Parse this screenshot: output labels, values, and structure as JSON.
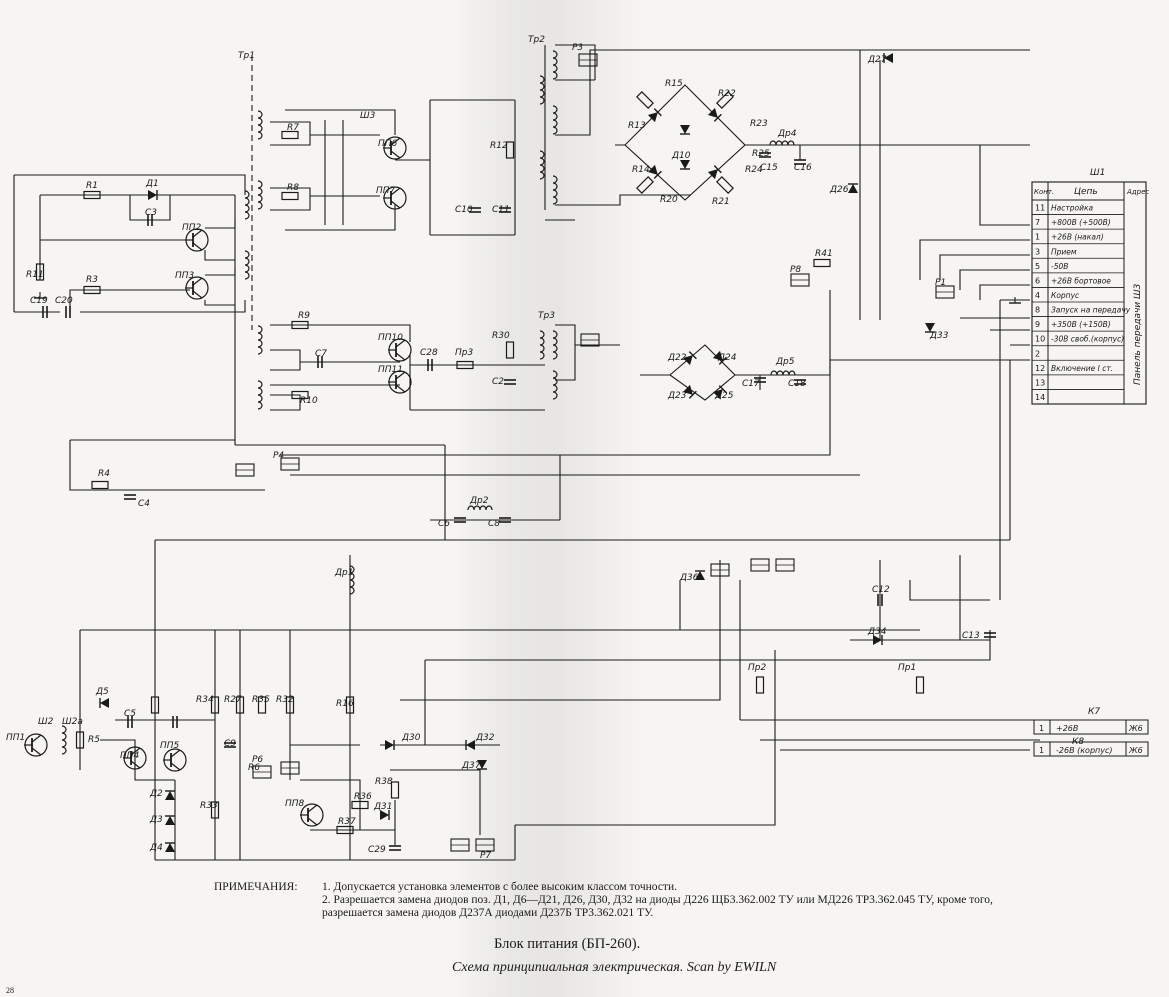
{
  "notes": {
    "header": "ПРИМЕЧАНИЯ:",
    "items": [
      "1. Допускается установка элементов с более высоким классом точности.",
      "2. Разрешается замена диодов поз. Д1, Д6—Д21, Д26, Д30, Д32 на диоды Д226 ЩБ3.362.002 ТУ или МД226 ТР3.362.045 ТУ, кроме того, разрешается замена диодов Д237А диодами Д237Б ТР3.362.021 ТУ."
    ]
  },
  "title": "Блок питания (БП-260).",
  "subtitle": "Схема принципиальная электрическая.",
  "scan_credit": "Scan by EWILN",
  "page_number": "28",
  "connector_table": {
    "ref": "Ш1",
    "headers": [
      "Конт.",
      "Цепь",
      "Адрес"
    ],
    "side_label": "Панель передачи Ш3",
    "rows": [
      {
        "pin": "11",
        "circuit": "Настройка"
      },
      {
        "pin": "7",
        "circuit": "+800В (+500В)"
      },
      {
        "pin": "1",
        "circuit": "+26В (накал)"
      },
      {
        "pin": "3",
        "circuit": "Прием"
      },
      {
        "pin": "5",
        "circuit": "-50В"
      },
      {
        "pin": "6",
        "circuit": "+26В бортовое"
      },
      {
        "pin": "4",
        "circuit": "Корпус"
      },
      {
        "pin": "8",
        "circuit": "Запуск на передачу"
      },
      {
        "pin": "9",
        "circuit": "+350В (+150В)"
      },
      {
        "pin": "10",
        "circuit": "-30В своб.(корпус)"
      },
      {
        "pin": "2",
        "circuit": ""
      },
      {
        "pin": "12",
        "circuit": "Включение І ст."
      },
      {
        "pin": "13",
        "circuit": ""
      },
      {
        "pin": "14",
        "circuit": ""
      }
    ]
  },
  "outputs": {
    "k7": {
      "label": "К7",
      "pin": "1",
      "circuit": "+26В",
      "addr": "Ж6"
    },
    "k8": {
      "label": "К8",
      "pin": "1",
      "circuit": "-26В (корпус)",
      "addr": "Ж6"
    }
  },
  "labels": {
    "tr1": "Тр1",
    "tr2": "Тр2",
    "tr3": "Тр3",
    "r1": "R1",
    "d1": "Д1",
    "c3": "С3",
    "pp2": "ПП2",
    "pp3": "ПП3",
    "r3": "R3",
    "r11": "R11",
    "c19": "С19",
    "c20": "С20",
    "r4": "R4",
    "c4": "С4",
    "p4": "Р4",
    "r7": "R7",
    "r8": "R8",
    "pp6": "ПП6",
    "pp7": "ПП7",
    "sh3": "Ш3",
    "r9": "R9",
    "r10": "R10",
    "c7": "С7",
    "pp10": "ПП10",
    "pp11": "ПП11",
    "c28": "С28",
    "pr3": "Пр3",
    "r12": "R12",
    "c10": "С10",
    "c11": "С11",
    "r30": "R30",
    "c2": "С2",
    "r13": "R13",
    "r14": "R14",
    "r15": "R15",
    "r20": "R20",
    "r21": "R21",
    "r22": "R22",
    "r23": "R23",
    "r24": "R24",
    "r25": "R25",
    "d10": "Д10",
    "dr4": "Др4",
    "c15": "С15",
    "c16": "С16",
    "d26": "Д26",
    "d27": "Д27",
    "p3": "Р3",
    "d22": "Д22",
    "d23": "Д23",
    "d24": "Д24",
    "d25": "Д25",
    "dr5": "Др5",
    "c17": "С17",
    "c18": "С18",
    "r41": "R41",
    "p8": "Р8",
    "p1": "Р1",
    "d33": "Д33",
    "c6": "С6",
    "dr2": "Др2",
    "c8": "С8",
    "dr1": "Др1",
    "d36": "Д36",
    "c12": "С12",
    "d34": "Д34",
    "c13": "С13",
    "pr1": "Пр1",
    "pr2": "Пр2",
    "pp1": "ПП1",
    "sh2": "Ш2",
    "sh2a": "Ш2а",
    "r5": "R5",
    "d5": "Д5",
    "c5": "С5",
    "c9": "С9",
    "pp4": "ПП4",
    "pp5": "ПП5",
    "d2": "Д2",
    "d3": "Д3",
    "d4": "Д4",
    "r34": "R34",
    "r35": "R35",
    "r32": "R32",
    "r16": "R16",
    "r6": "R6",
    "r33": "R33",
    "r27": "R27",
    "pp8": "ПП8",
    "r36": "R36",
    "r37": "R37",
    "c29": "С29",
    "r38": "R38",
    "d31": "Д31",
    "d30": "Д30",
    "d32": "Д32",
    "d37": "Д37",
    "p6": "Р6",
    "p7": "Р7"
  }
}
